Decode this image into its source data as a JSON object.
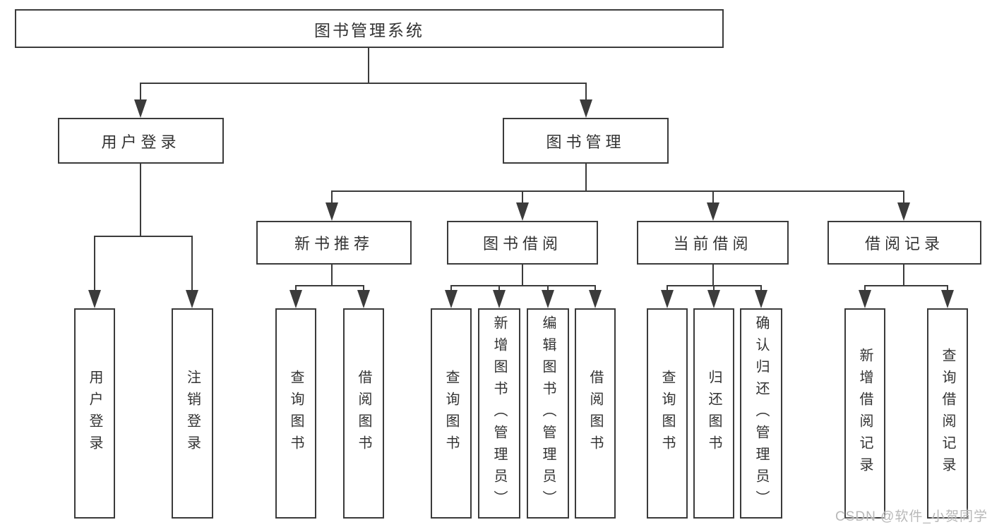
{
  "diagram": {
    "title": "图书管理系统",
    "level2": {
      "user_login": "用户登录",
      "book_mgmt": "图书管理"
    },
    "level3": {
      "new_books": "新书推荐",
      "book_borrow": "图书借阅",
      "current_borrow": "当前借阅",
      "borrow_records": "借阅记录"
    },
    "leaves": {
      "user_login": "用户登录",
      "logout": "注销登录",
      "nb_query": "查询图书",
      "nb_borrow": "借阅图书",
      "bb_query": "查询图书",
      "bb_add": "新增图书（管理员）",
      "bb_edit": "编辑图书（管理员）",
      "bb_borrow": "借阅图书",
      "cb_query": "查询图书",
      "cb_return": "归还图书",
      "cb_confirm": "确认归还（管理员）",
      "br_add": "新增借阅记录",
      "br_query": "查询借阅记录"
    }
  },
  "watermark": "CSDN @软件_小贺同学",
  "colors": {
    "line": "#3b3b3b",
    "text": "#333333",
    "watermark": "#b8b8b8",
    "background": "#ffffff"
  }
}
